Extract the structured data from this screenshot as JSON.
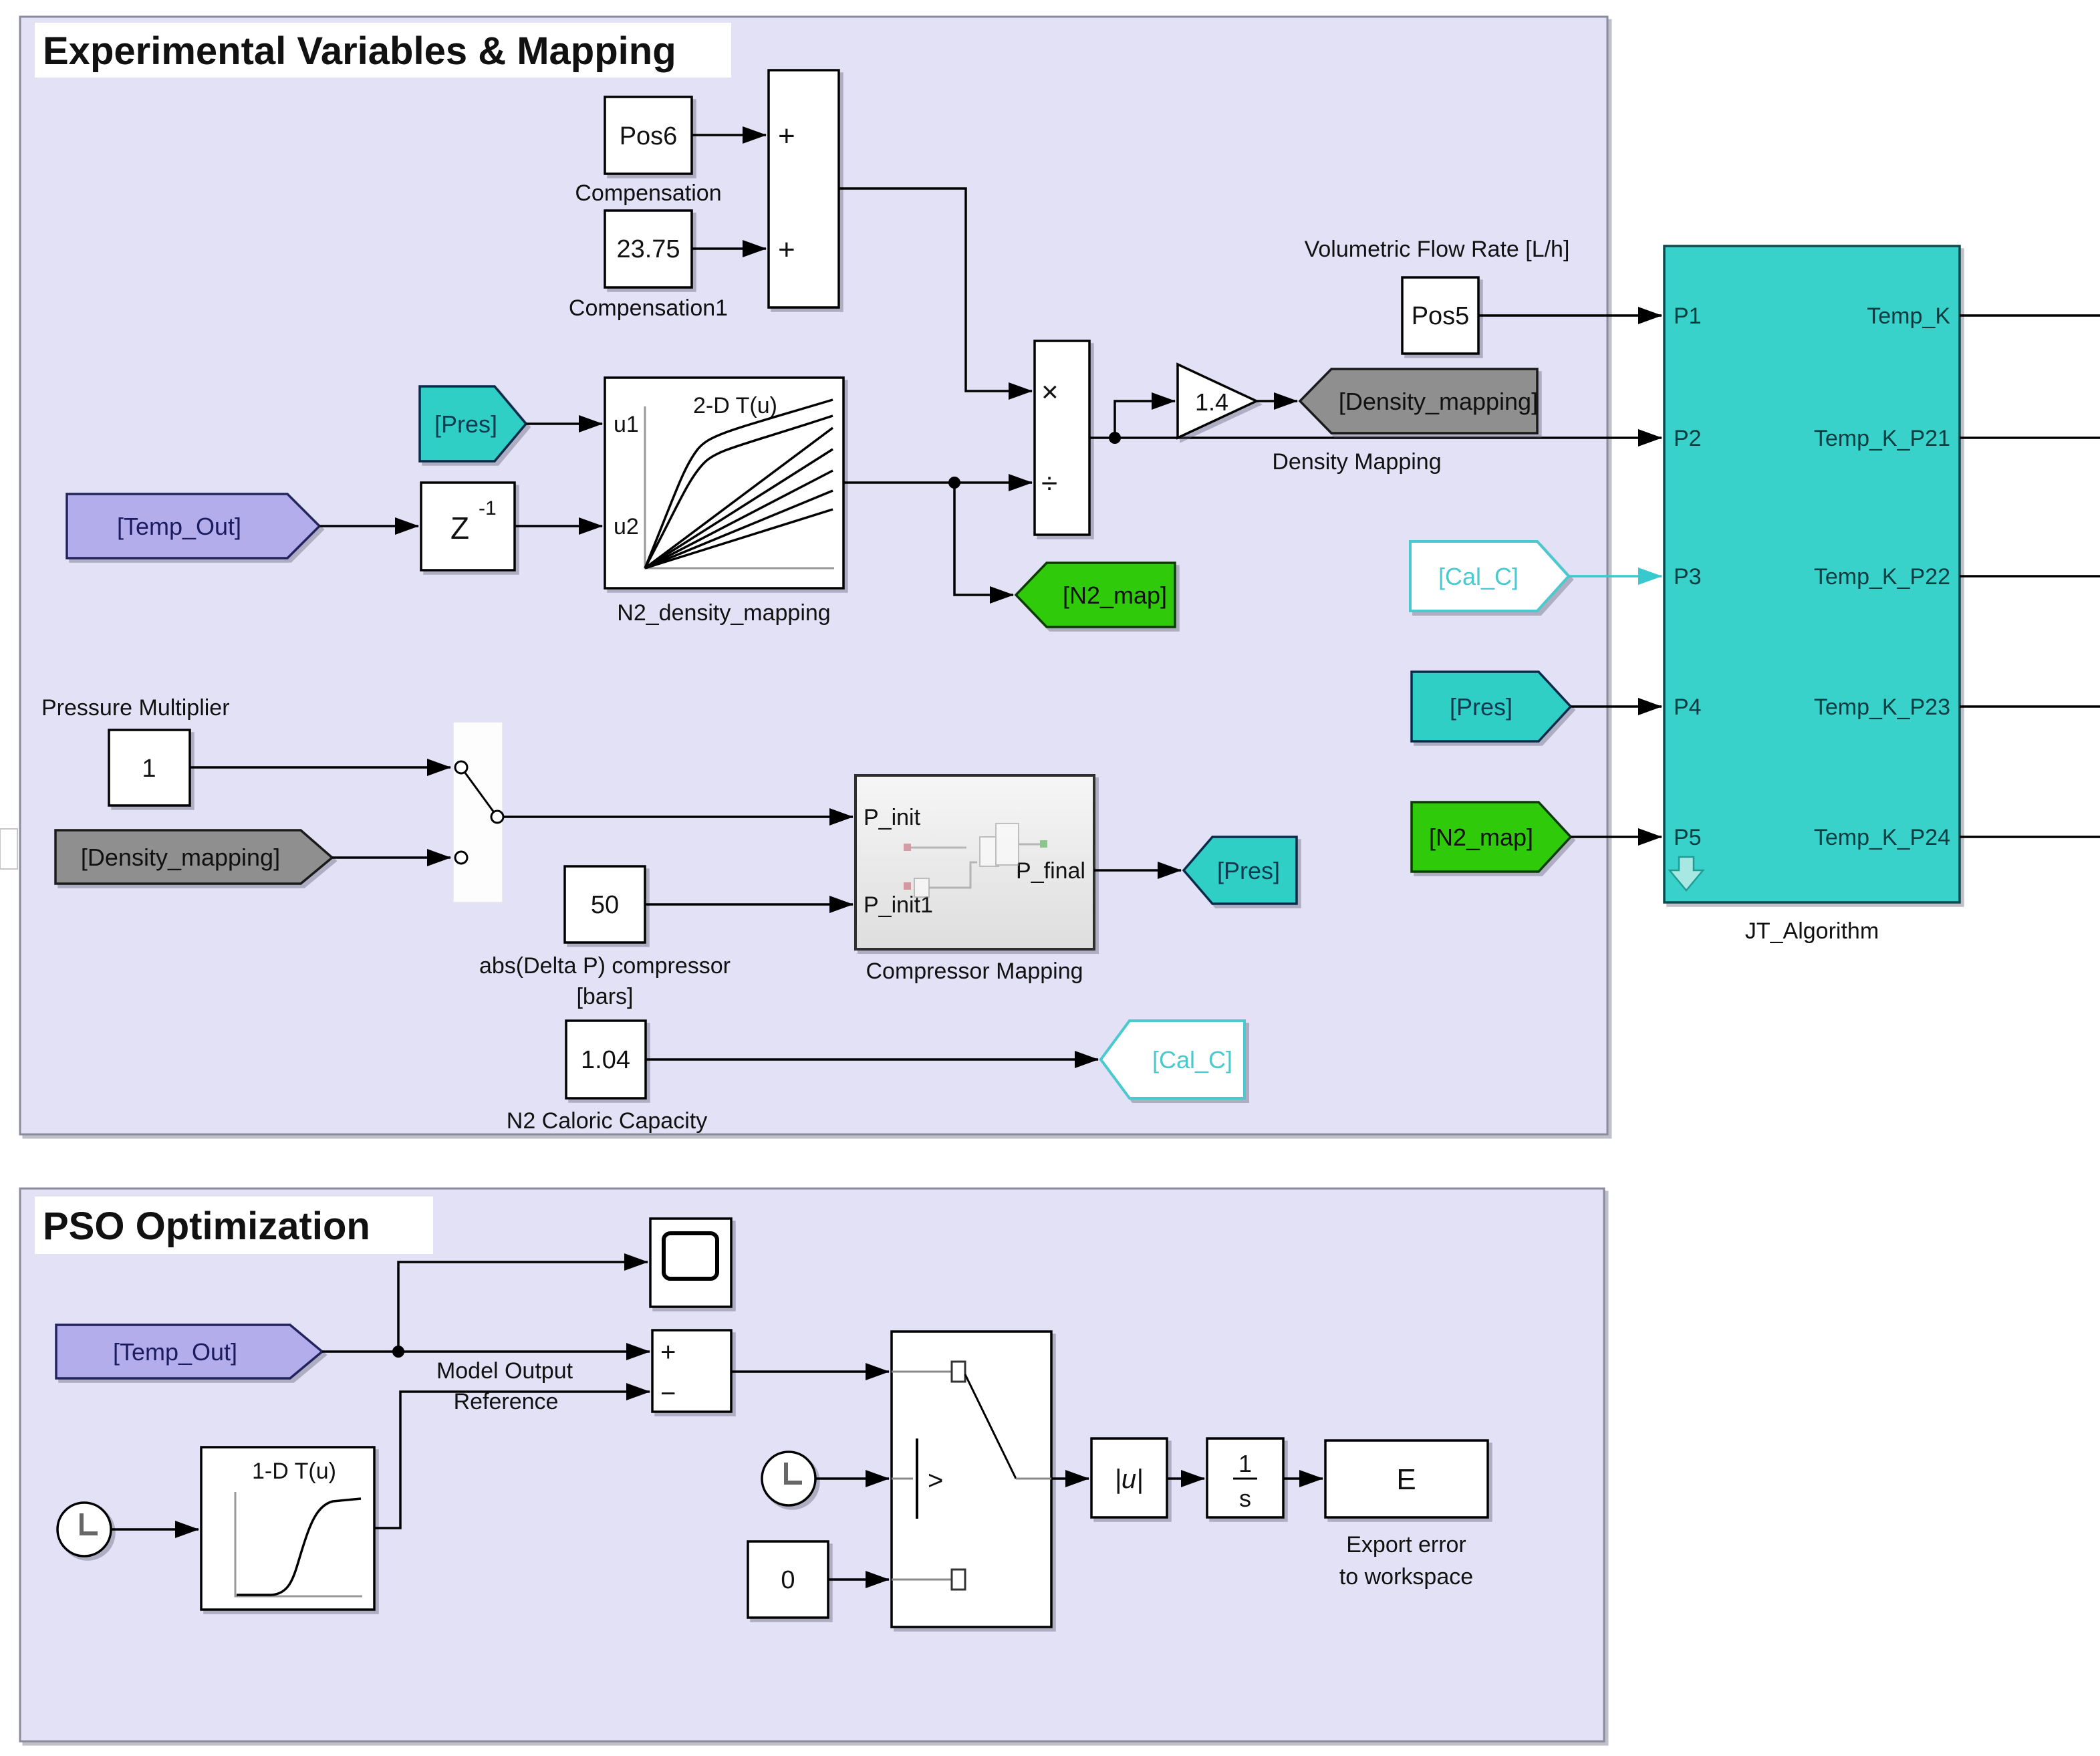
{
  "colors": {
    "region_fill": "#E3E1F5",
    "region_border": "#8A8B9C",
    "teal_tag": "#30CFC5",
    "jt_fill": "#38D2CB",
    "green_tag": "#2FCB0B",
    "gray_tag": "#8F8F8F",
    "purple_tag": "#B3ADEB",
    "cyan_tag": "#4AC9CF",
    "wire": "#000000"
  },
  "exp": {
    "title": "Experimental Variables & Mapping",
    "pos6": "Pos6",
    "pos6_label": "Compensation",
    "c2375": "23.75",
    "c2375_label": "Compensation1",
    "plus": "+",
    "pres_tag": "[Pres]",
    "temp_out_tag": "[Temp_Out]",
    "delay_base": "Z",
    "delay_exp": "-1",
    "lut2_title": "2-D T(u)",
    "u1": "u1",
    "u2": "u2",
    "lut2_label": "N2_density_mapping",
    "mult": "×",
    "div": "÷",
    "gain": "1.4",
    "density_goto": "[Density_mapping]",
    "density_wire": "Density Mapping",
    "n2_goto": "[N2_map]",
    "flow_label": "Volumetric Flow Rate [L/h]",
    "pos5": "Pos5",
    "calc_tag": "[Cal_C]",
    "pres_tag2": "[Pres]",
    "n2_tag": "[N2_map]",
    "pm_label": "Pressure Multiplier",
    "one": "1",
    "density_tag": "[Density_mapping]",
    "fifty": "50",
    "fifty_label1": "abs(Delta P) compressor",
    "fifty_label2": "[bars]",
    "p_init": "P_init",
    "p_init1": "P_init1",
    "p_final": "P_final",
    "comp_label": "Compressor Mapping",
    "pres_goto": "[Pres]",
    "caloric": "1.04",
    "caloric_label": "N2 Caloric Capacity",
    "calc_goto": "[Cal_C]"
  },
  "jt": {
    "label": "JT_Algorithm",
    "in": [
      "P1",
      "P2",
      "P3",
      "P4",
      "P5"
    ],
    "out": [
      "Temp_K",
      "Temp_K_P21",
      "Temp_K_P22",
      "Temp_K_P23",
      "Temp_K_P24"
    ]
  },
  "pso": {
    "title": "PSO Optimization",
    "temp_out_tag": "[Temp_Out]",
    "plus": "+",
    "minus": "−",
    "model_output": "Model Output",
    "reference": "Reference",
    "lut1_title": "1-D T(u)",
    "zero": "0",
    "gt": ">",
    "abs": "|u|",
    "int_num": "1",
    "int_den": "s",
    "ws": "E",
    "ws_label1": "Export error",
    "ws_label2": "to workspace"
  }
}
